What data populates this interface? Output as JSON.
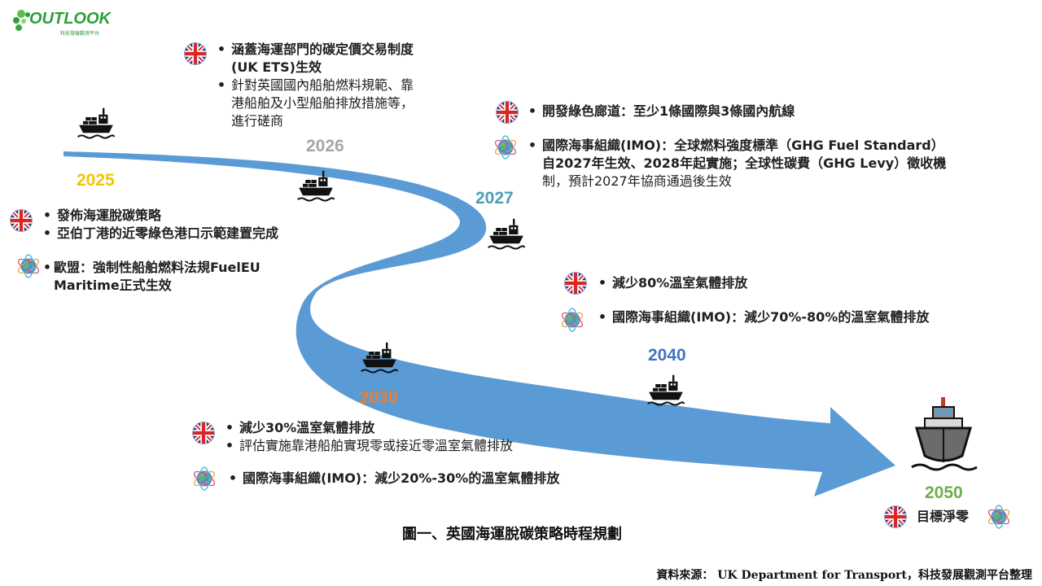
{
  "logo": {
    "name": "OUTLOOK",
    "subtitle": "科技發展觀測平台"
  },
  "colors": {
    "road": "#5b9bd5",
    "y2025": "#f5c400",
    "y2026": "#a6a6a6",
    "y2027": "#4a9eb5",
    "y2030": "#ed7d31",
    "y2040": "#4472c4",
    "y2050": "#70ad47"
  },
  "years": {
    "y2025": "2025",
    "y2026": "2026",
    "y2027": "2027",
    "y2030": "2030",
    "y2040": "2040",
    "y2050": "2050"
  },
  "milestones": {
    "m2025": {
      "uk_items": [
        "發佈海運脫碳策略",
        "亞伯丁港的近零綠色港口示範建置完成"
      ],
      "intl_item_line1": "歐盟：強制性船舶燃料法規FuelEU",
      "intl_item_line2": "Maritime正式生效"
    },
    "m2026": {
      "uk_item1_line1": "涵蓋海運部門的碳定價交易制度",
      "uk_item1_line2": "(UK ETS)生效",
      "uk_item2_line1": "針對英國國內船舶燃料規範、靠",
      "uk_item2_line2": "港船舶及小型船舶排放措施等，",
      "uk_item2_line3": "進行磋商"
    },
    "m2027": {
      "uk_item": "開發綠色廊道：至少1條國際與3條國內航線",
      "intl_line1": "國際海事組織(IMO)：全球燃料強度標準（GHG Fuel Standard）",
      "intl_line2": "自2027年生效、2028年起實施；全球性碳費（GHG Levy）徵收機",
      "intl_line3": "制，預計2027年協商通過後生效"
    },
    "m2040": {
      "uk_item": "減少80%溫室氣體排放",
      "intl_item": "國際海事組織(IMO)：減少70%-80%的溫室氣體排放"
    },
    "m2030": {
      "uk_items": [
        "減少30%溫室氣體排放",
        "評估實施靠港船舶實現零或接近零溫室氣體排放"
      ],
      "intl_item": "國際海事組織(IMO)：減少20%-30%的溫室氣體排放"
    },
    "m2050": {
      "item": "目標淨零"
    }
  },
  "icons": {
    "uk": "uk-flag-icon",
    "intl": "globe-icon",
    "ship": "cargo-ship-icon",
    "big_ship": "ship-icon"
  },
  "caption": "圖一、英國海運脫碳策略時程規劃",
  "source": "資料來源： UK Department for Transport，科技發展觀測平台整理"
}
